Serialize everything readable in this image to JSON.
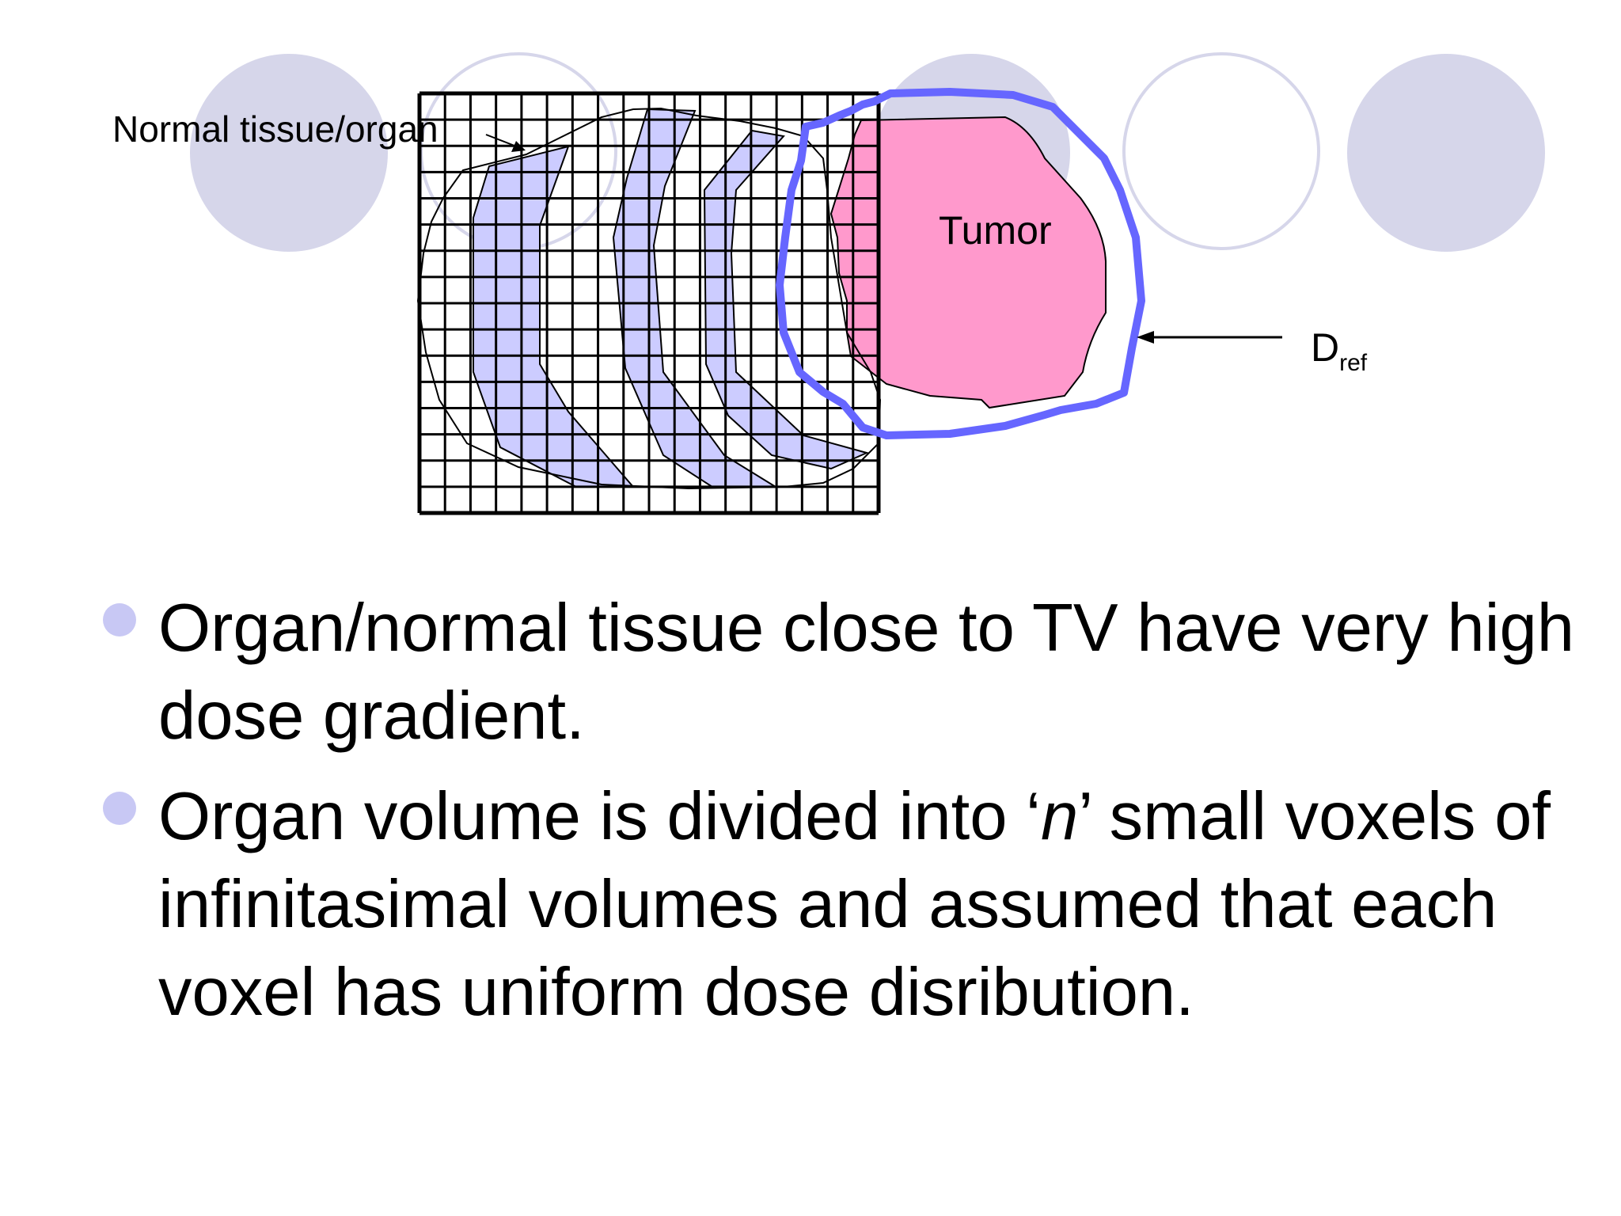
{
  "diagram": {
    "normal_label": "Normal tissue/organ",
    "tumor_label": "Tumor",
    "dref_main": "D",
    "dref_sub": "ref"
  },
  "colors": {
    "deco_circle": "#d6d6ea",
    "organ_stripe": "#ccccff",
    "tumor_fill": "#ff99cc",
    "dose_line": "#6666ff",
    "bullet": "#c8c8f4"
  },
  "bullets": [
    {
      "text": "Organ/normal tissue close to TV have very high  dose gradient."
    },
    {
      "text_before": "Organ volume is divided into ‘",
      "text_italic": "n",
      "text_after": "’ small voxels of infinitasimal volumes and assumed that each voxel has uniform dose disribution."
    }
  ]
}
